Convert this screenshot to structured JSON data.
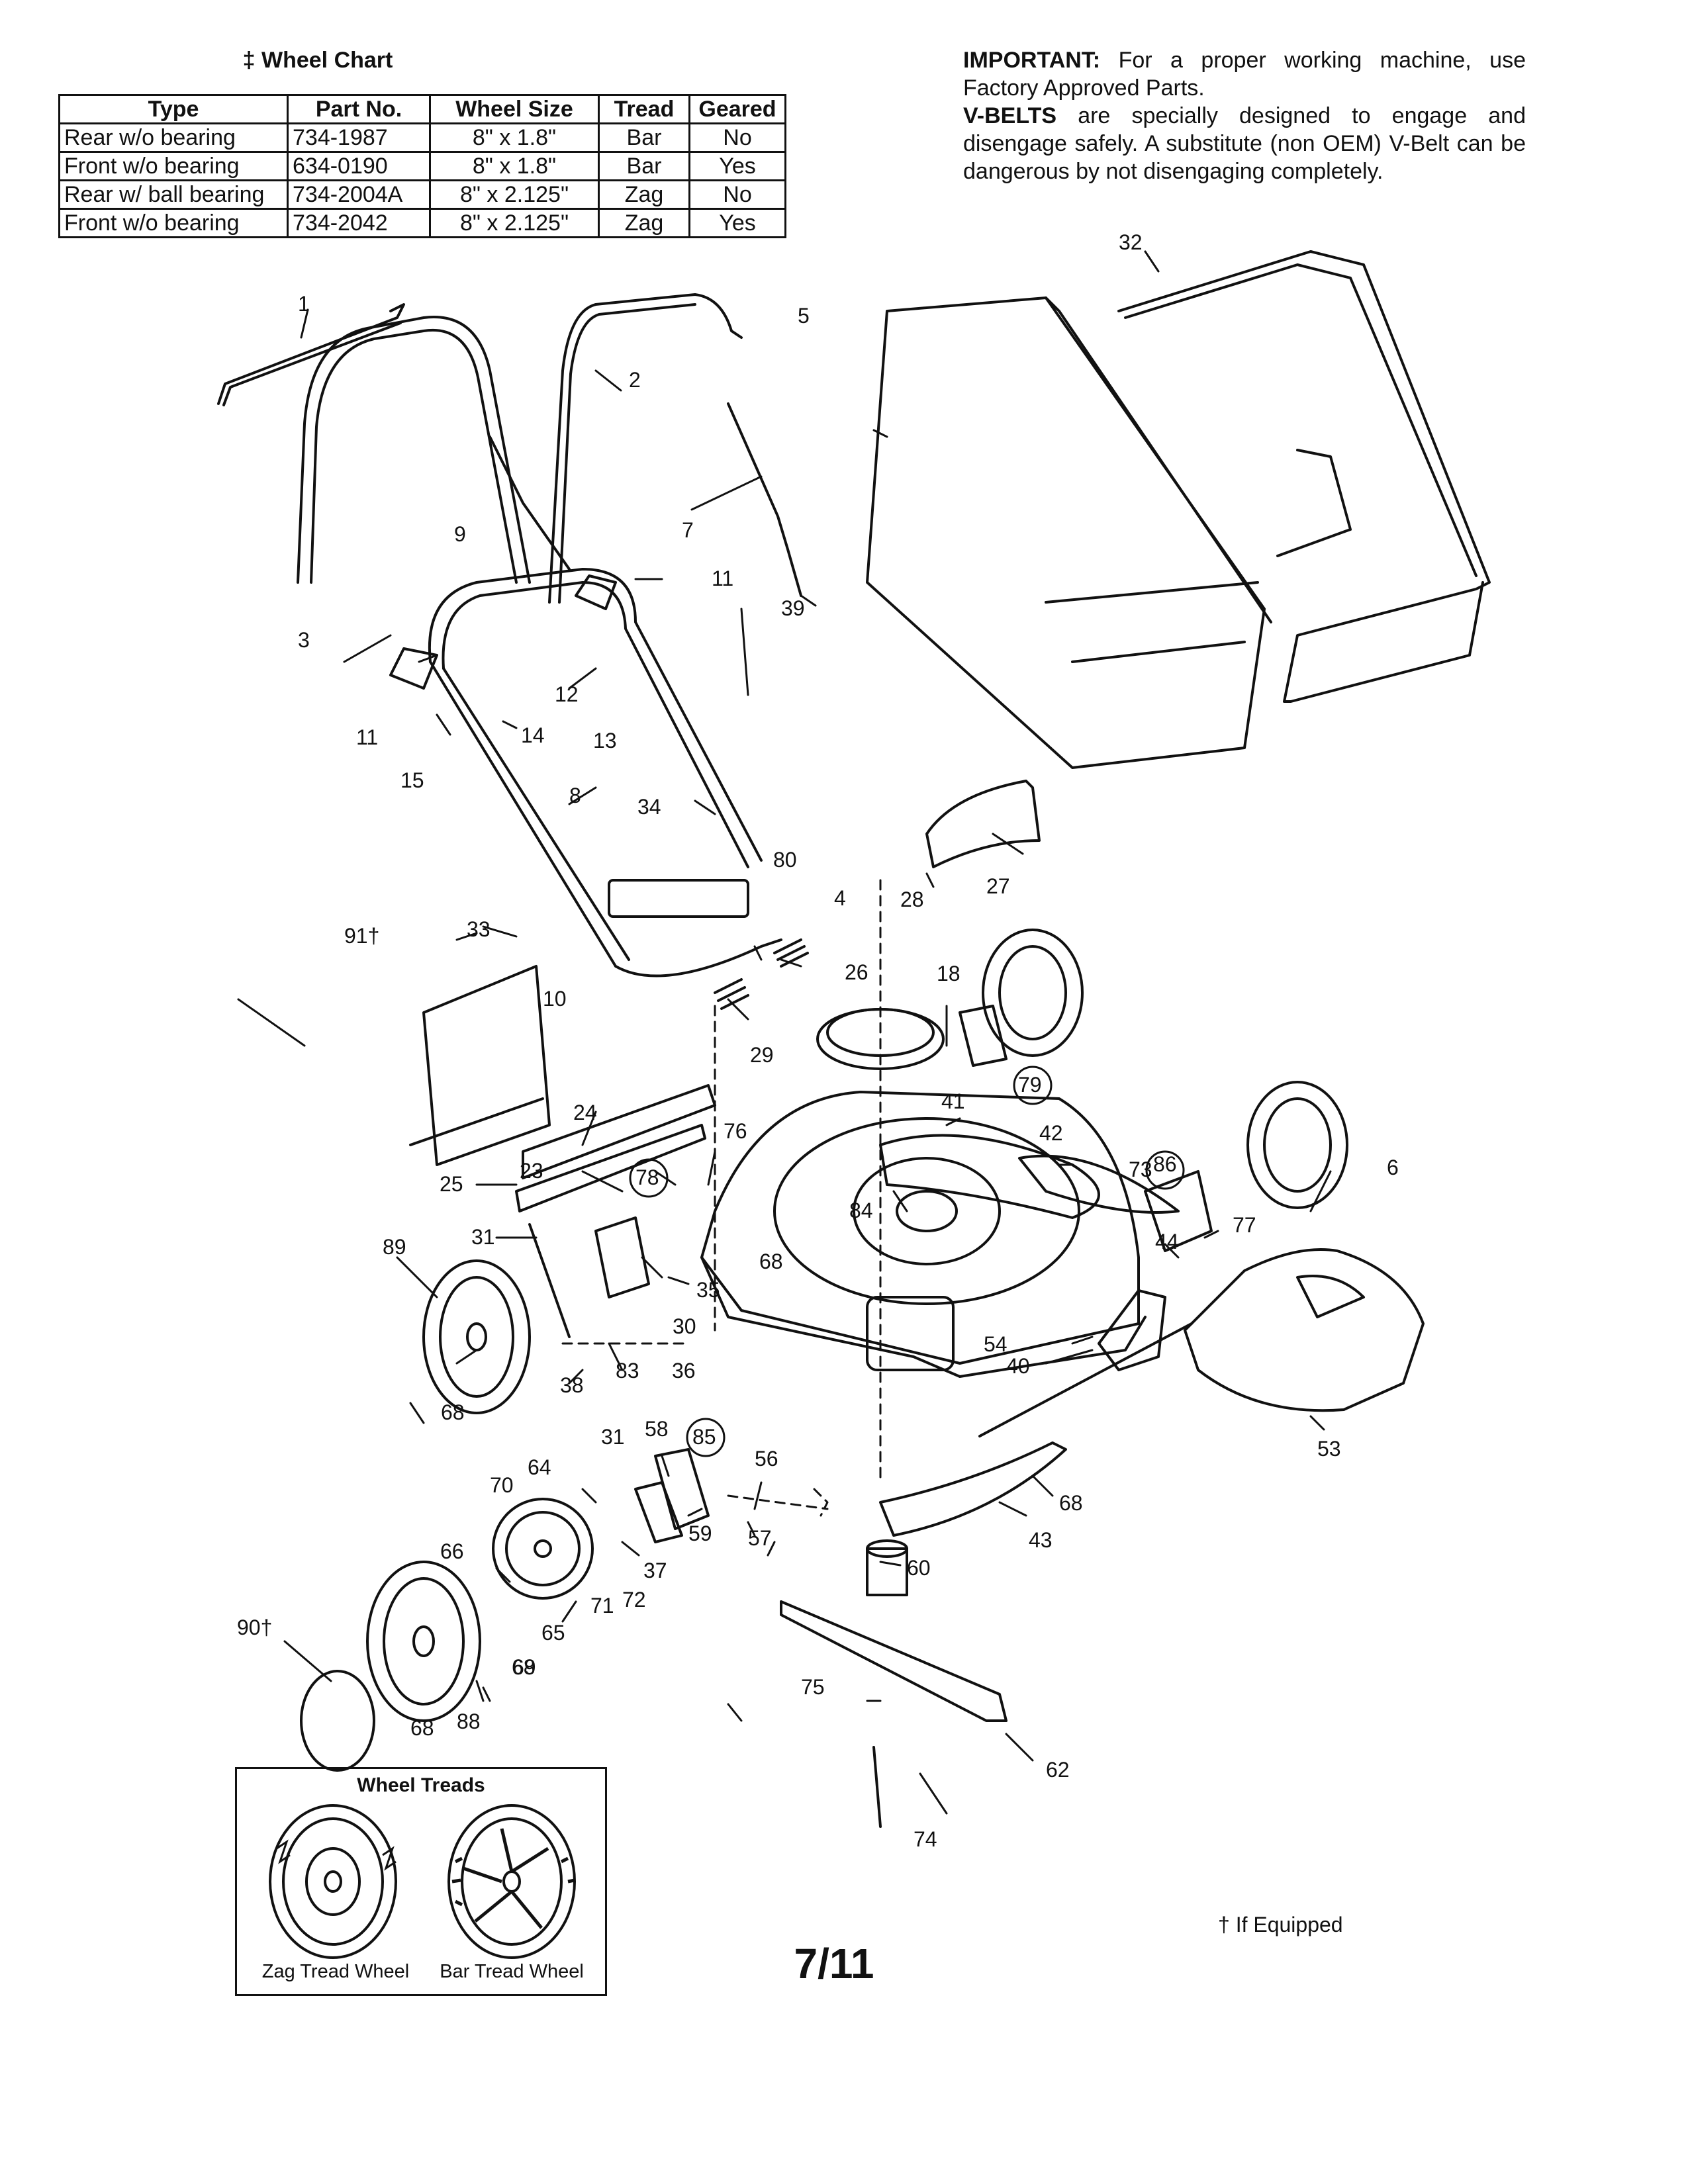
{
  "wheel_chart": {
    "title": "‡ Wheel Chart",
    "headers": [
      "Type",
      "Part No.",
      "Wheel Size",
      "Tread",
      "Geared"
    ],
    "rows": [
      [
        "Rear w/o bearing",
        "734-1987",
        "8\" x 1.8\"",
        "Bar",
        "No"
      ],
      [
        "Front w/o bearing",
        "634-0190",
        "8\" x 1.8\"",
        "Bar",
        "Yes"
      ],
      [
        "Rear w/ ball bearing",
        "734-2004A",
        "8\" x 2.125\"",
        "Zag",
        "No"
      ],
      [
        "Front w/o bearing",
        "734-2042",
        "8\" x 2.125\"",
        "Zag",
        "Yes"
      ]
    ]
  },
  "notice": {
    "important_label": "IMPORTANT:",
    "important_text": "For a proper working machine, use Factory Approved Parts.",
    "vbelts_label": "V-BELTS",
    "vbelts_text": "are specially designed to engage and disengage safely. A substitute (non OEM) V-Belt can be dangerous by not disengaging completely."
  },
  "callouts": [
    "1",
    "2",
    "3",
    "4",
    "5",
    "6",
    "7",
    "8",
    "9",
    "10",
    "11",
    "11",
    "12",
    "13",
    "14",
    "15",
    "18",
    "23",
    "24",
    "25",
    "26",
    "27",
    "28",
    "29",
    "30",
    "31",
    "31",
    "32",
    "33",
    "34",
    "35",
    "36",
    "37",
    "38",
    "39",
    "40",
    "41",
    "42",
    "43",
    "44",
    "53",
    "54",
    "56",
    "57",
    "58",
    "59",
    "60",
    "62",
    "64",
    "65",
    "66",
    "68",
    "68",
    "68",
    "68",
    "68",
    "69",
    "70",
    "71",
    "72",
    "73",
    "74",
    "75",
    "76",
    "77",
    "78",
    "79",
    "80",
    "83",
    "84",
    "85",
    "86",
    "88",
    "89",
    "90†",
    "91†"
  ],
  "wheel_treads": {
    "title": "Wheel Treads",
    "zag_caption": "Zag Tread Wheel",
    "bar_caption": "Bar Tread Wheel"
  },
  "footnote": "† If Equipped",
  "page_number": "7/11"
}
